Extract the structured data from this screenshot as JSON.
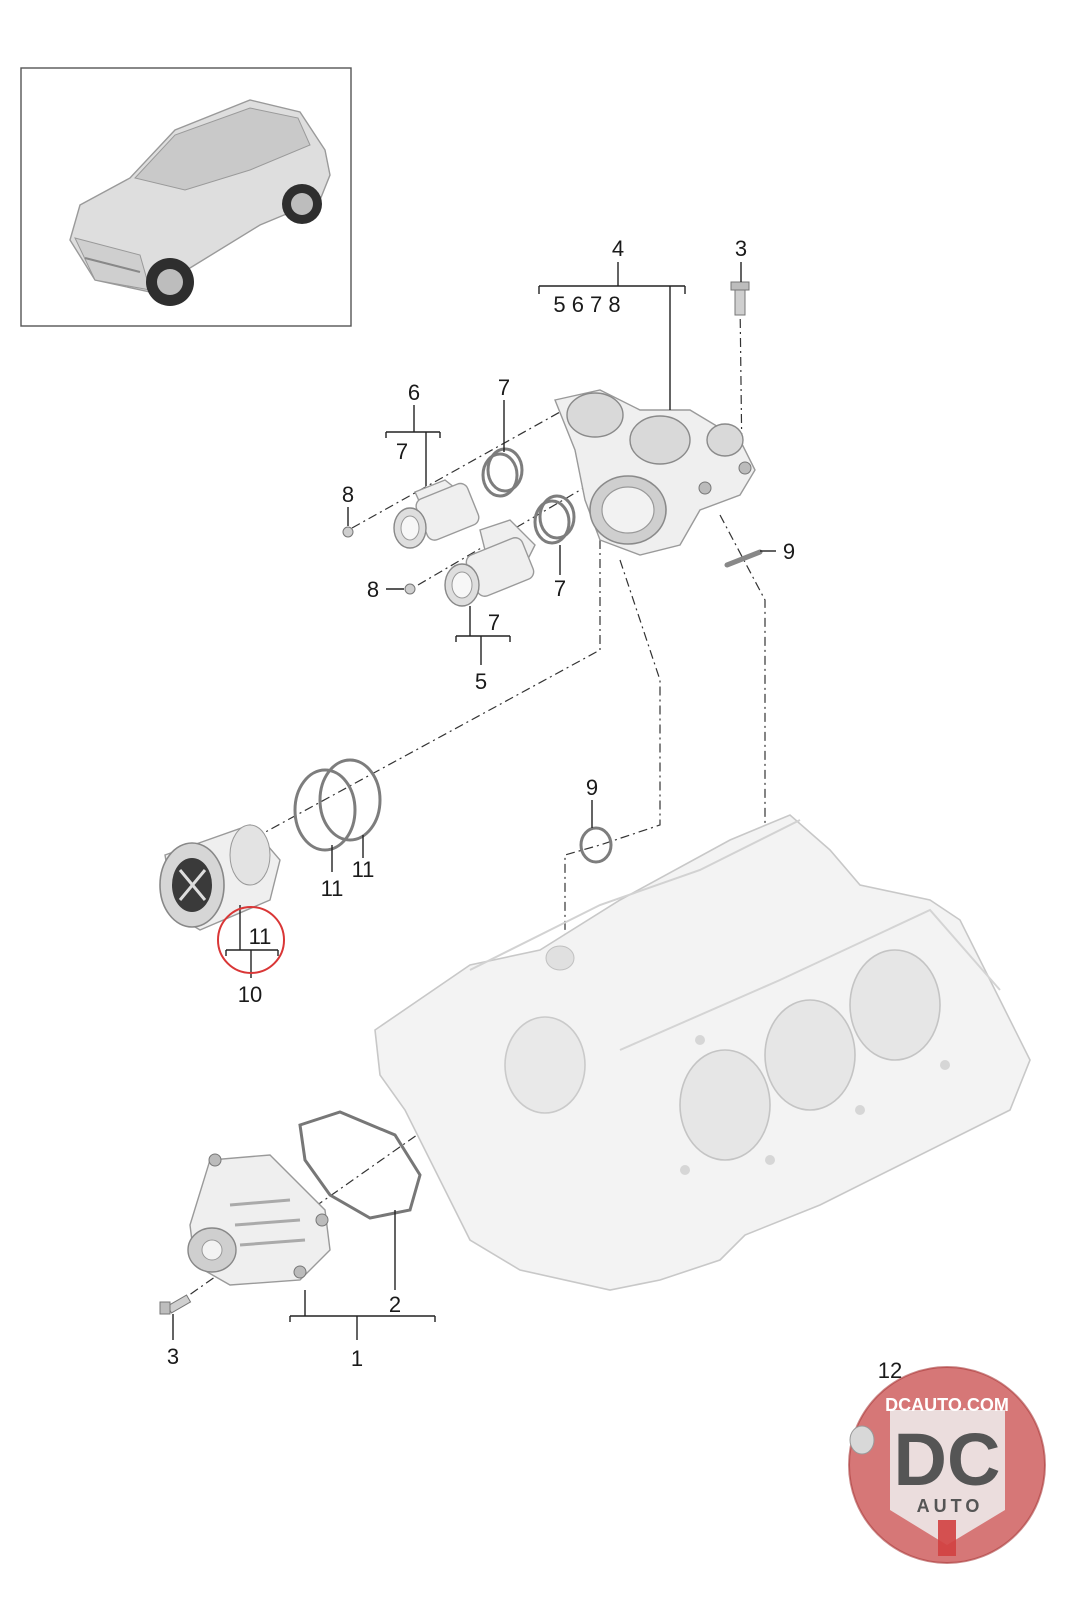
{
  "callouts": {
    "c1": "1",
    "c2": "2",
    "c3_top": "3",
    "c3_bottom": "3",
    "c4": "4",
    "c4_sub": "5 6 7 8",
    "c5": "5",
    "c5_sub": "7",
    "c6": "6",
    "c6_sub": "7",
    "c7_a": "7",
    "c7_b": "7",
    "c8_a": "8",
    "c8_b": "8",
    "c9_a": "9",
    "c9_b": "9",
    "c10": "10",
    "c10_sub": "11",
    "c11_a": "11",
    "c11_b": "11",
    "c12": "12"
  },
  "watermark": {
    "domain": "DCAUTO.COM",
    "letters": "DC",
    "word": "AUTO"
  },
  "colors": {
    "highlight_circle": "#d93636",
    "watermark_red": "#c84a4a"
  }
}
